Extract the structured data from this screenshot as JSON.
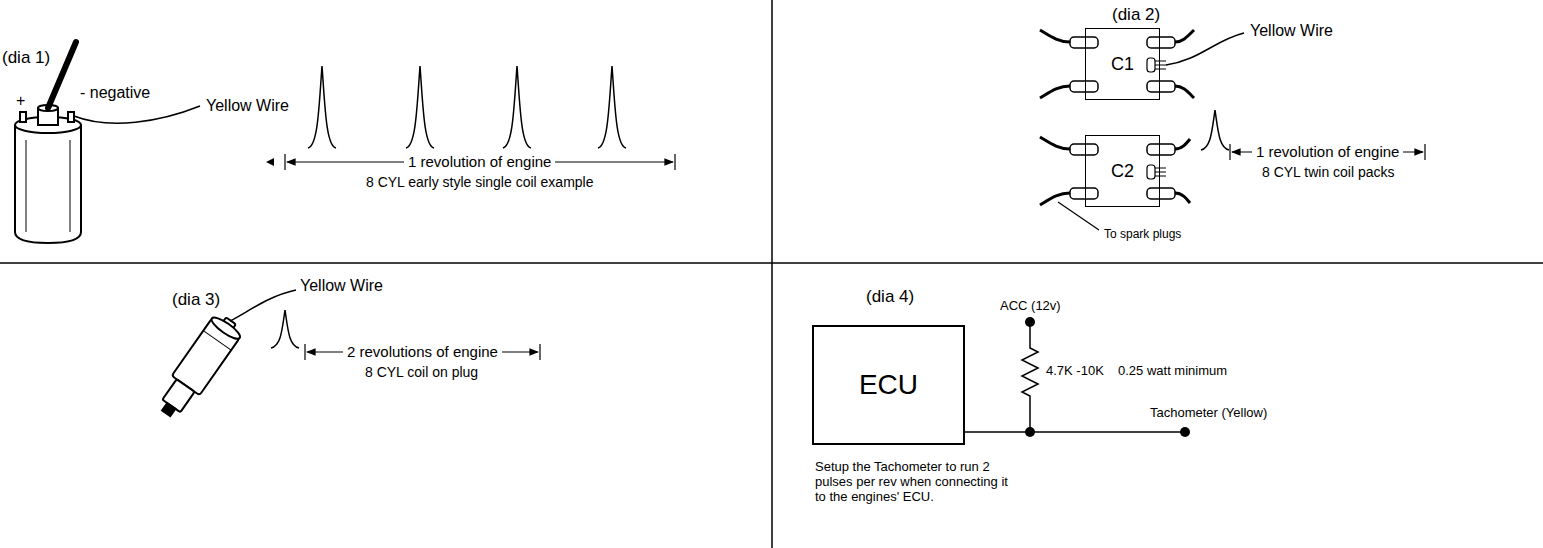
{
  "diagram": {
    "nodes": [
      {
        "text": [
          "C1"
        ]
      },
      {
        "text": [
          "C2"
        ]
      },
      {
        "text": [
          "ECU"
        ]
      }
    ],
    "labels": [
      "(dia 1)",
      "+",
      "- negative",
      "Yellow Wire",
      "1 revolution of engine",
      "8 CYL early style single coil example",
      "(dia 2)",
      "Yellow Wire",
      "1 revolution of engine",
      "8 CYL twin coil packs",
      "To spark plugs",
      "(dia 3)",
      "Yellow Wire",
      "2 revolutions of engine",
      "8 CYL coil on plug",
      "(dia 4)",
      "ACC (12v)",
      "4.7K -10K",
      "0.25 watt minimum",
      "Tachometer (Yellow)",
      "Setup the Tachometer to run 2 pulses per rev when connecting it to the engines' ECU."
    ]
  }
}
